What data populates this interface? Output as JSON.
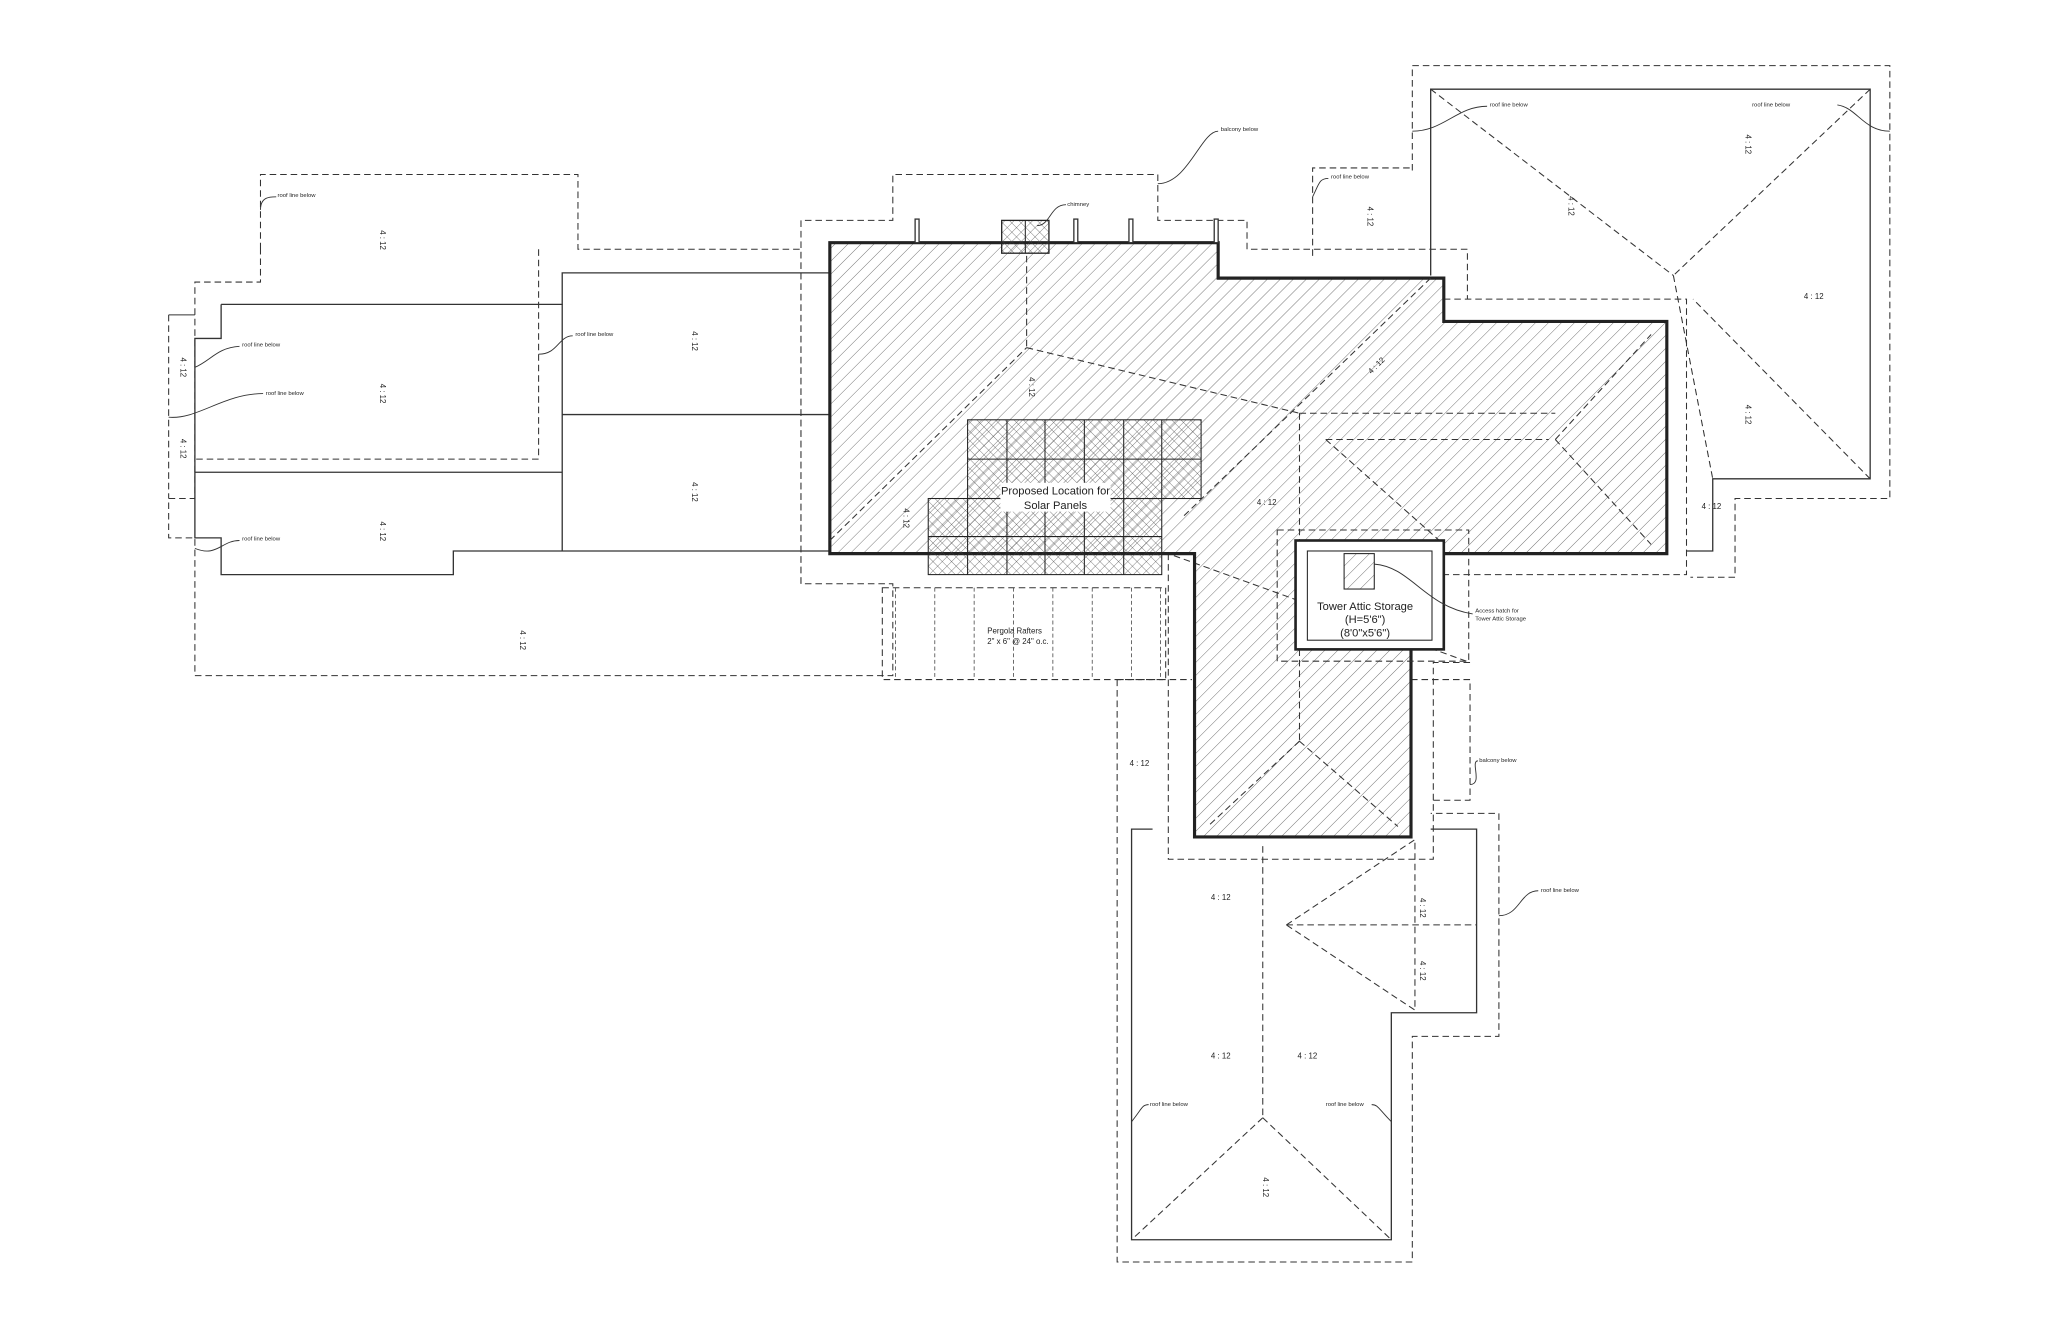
{
  "drawing": {
    "pitch_label": "4 : 12",
    "roof_line_label": "roof line below",
    "balcony_label": "balcony below",
    "chimney_label": "chimney",
    "solar": {
      "line1": "Proposed Location for",
      "line2": "Solar Panels"
    },
    "pergola": {
      "line1": "Pergola Rafters",
      "line2": "2\" x 6\" @  24\" o.c."
    },
    "tower": {
      "line1": "Tower Attic Storage",
      "line2": "(H=5'6\")",
      "line3": "(8'0\"x5'6\")"
    },
    "access_hatch": {
      "line1": "Access hatch for",
      "line2": "Tower Attic Storage"
    },
    "colors": {
      "line": "#333333",
      "background": "#ffffff"
    }
  }
}
